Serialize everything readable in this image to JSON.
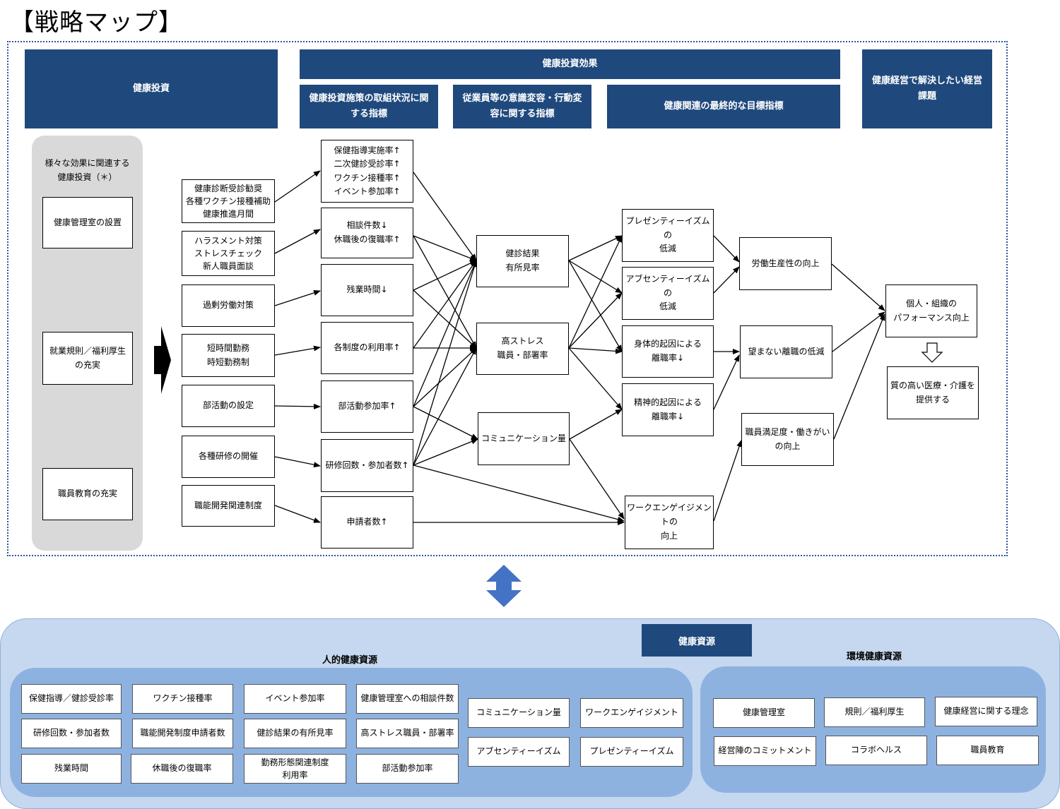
{
  "title": "【戦略マップ】",
  "headers": {
    "investment": "健康投資",
    "effect": "健康投資効果",
    "col1": "健康投資施策の取組状況に関する指標",
    "col2": "従業員等の意識変容・行動変容に関する指標",
    "col3": "健康関連の最終的な目標指標",
    "issue": "健康経営で解決したい経営課題"
  },
  "left_panel": {
    "caption": "様々な効果に関連する\n健康投資（＊）",
    "items": [
      "健康管理室の設置",
      "就業規則／福利厚生\nの充実",
      "職員教育の充実"
    ]
  },
  "measures": [
    "健康診断受診勧奨\n各種ワクチン接種補助\n健康推進月間",
    "ハラスメント対策\nストレスチェック\n新人職員面談",
    "過剰労働対策",
    "短時間勤務\n時短勤務制",
    "部活動の設定",
    "各種研修の開催",
    "職能開発関連制度"
  ],
  "indicators": [
    "保健指導実施率↑\n二次健診受診率↑\nワクチン接種率↑\nイベント参加率↑",
    "相談件数↓\n休職後の復職率↑",
    "残業時間↓",
    "各制度の利用率↑",
    "部活動参加率↑",
    "研修回数・参加者数↑",
    "申請者数↑"
  ],
  "behavior": [
    "健診結果\n有所見率",
    "高ストレス\n職員・部署率",
    "コミュニケーション量"
  ],
  "final": [
    "プレゼンティーイズムの\n低減",
    "アブセンティーイズムの\n低減",
    "身体的起因による\n離職率↓",
    "精神的起因による\n離職率↓",
    "ワークエンゲイジメントの\n向上"
  ],
  "outcomes": [
    "労働生産性の向上",
    "望まない離職の低減",
    "職員満足度・働きがい\nの向上"
  ],
  "issues": [
    "個人・組織の\nパフォーマンス向上",
    "質の高い医療・介護を\n提供する"
  ],
  "resources": {
    "header": "健康資源",
    "human_title": "人的健康資源",
    "env_title": "環境健康資源",
    "human": [
      "保健指導／健診受診率",
      "ワクチン接種率",
      "イベント参加率",
      "健康管理室への相談件数",
      "研修回数・参加者数",
      "職能開発制度申請者数",
      "健診結果の有所見率",
      "高ストレス職員・部署率",
      "残業時間",
      "休職後の復職率",
      "勤務形態関連制度\n利用率",
      "部活動参加率",
      "コミュニケーション量",
      "ワークエンゲイジメント",
      "アブセンティーイズム",
      "プレゼンティーイズム"
    ],
    "env": [
      "健康管理室",
      "規則／福利厚生",
      "健康経営に関する理念",
      "経営陣のコミットメント",
      "コラボヘルス",
      "職員教育"
    ]
  },
  "colors": {
    "navy": "#1f497d",
    "panel_light": "#c5d8ef",
    "panel_mid": "#8eb2e0",
    "arrow_blue": "#4472c4"
  }
}
